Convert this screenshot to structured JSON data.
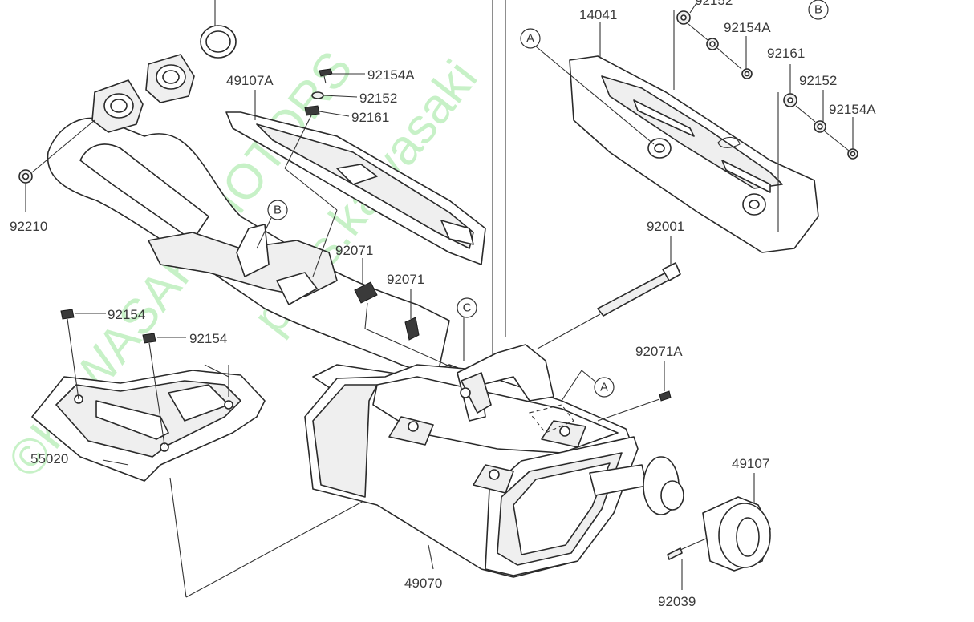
{
  "watermark": {
    "line1": "©KAWASAKI MOTORS",
    "line2": "parts.kawasaki"
  },
  "colors": {
    "line": "#2a2a2a",
    "label": "#3a3a3a",
    "watermark": "#9be79b"
  },
  "part_numbers": {
    "p14041": "14041",
    "p92152_top": "92152",
    "p92154A_top": "92154A",
    "p92161_right": "92161",
    "p92152_right": "92152",
    "p92154A_right": "92154A",
    "p49107A": "49107A",
    "p92154A_mid": "92154A",
    "p92152_mid": "92152",
    "p92161_mid": "92161",
    "p92210": "92210",
    "p92001": "92001",
    "p92071_a": "92071",
    "p92071_b": "92071",
    "p92154_a": "92154",
    "p92154_b": "92154",
    "p92071A": "92071A",
    "p55020": "55020",
    "p49107": "49107",
    "p49070": "49070",
    "p92039": "92039"
  },
  "reference_marks": {
    "a_top": "A",
    "a_right": "A",
    "b_top": "B",
    "b_mid": "B",
    "c": "C"
  }
}
